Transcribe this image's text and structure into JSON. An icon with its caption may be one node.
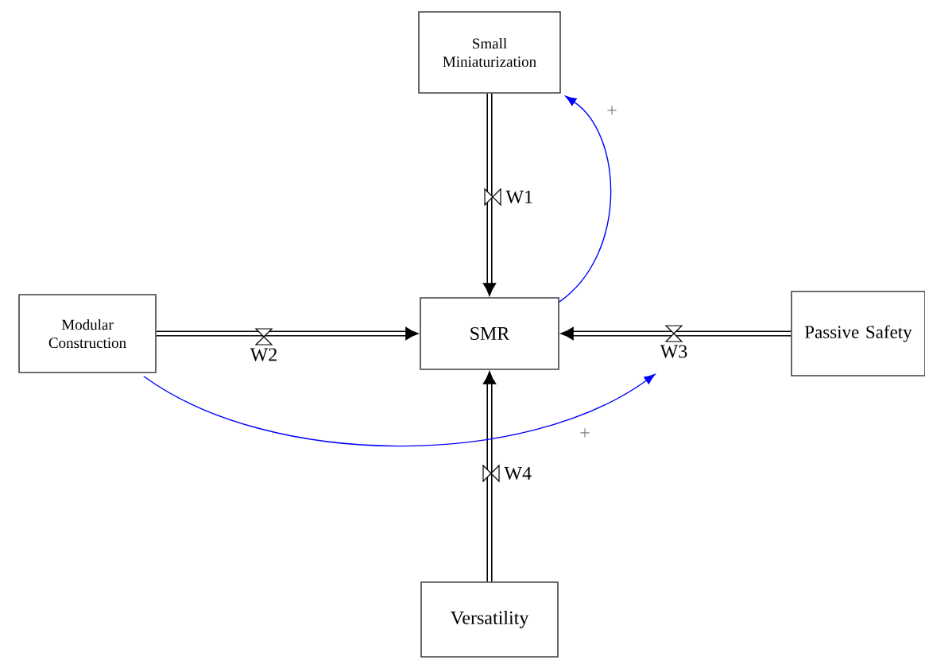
{
  "diagram": {
    "nodes": [
      {
        "text": [
          "Small Miniaturization"
        ]
      },
      {
        "text": [
          "Modular Construction"
        ]
      },
      {
        "text": [
          "SMR"
        ]
      },
      {
        "text": [
          "Passive Safety"
        ]
      },
      {
        "text": [
          "Versatility"
        ]
      }
    ],
    "edges": [
      {
        "from": 0,
        "to": 2,
        "arrow": "to",
        "label": "W1"
      },
      {
        "from": 1,
        "to": 2,
        "arrow": "to",
        "label": "W2"
      },
      {
        "from": 3,
        "to": 2,
        "arrow": "to",
        "label": "W3"
      },
      {
        "from": 4,
        "to": 2,
        "arrow": "to",
        "label": "W4"
      },
      {
        "from": 2,
        "to": 0,
        "arrow": "to",
        "label": "+",
        "color": "#0000ff"
      },
      {
        "from": 1,
        "to": null,
        "arrow": "to",
        "label": "+",
        "color": "#0000ff"
      }
    ]
  }
}
